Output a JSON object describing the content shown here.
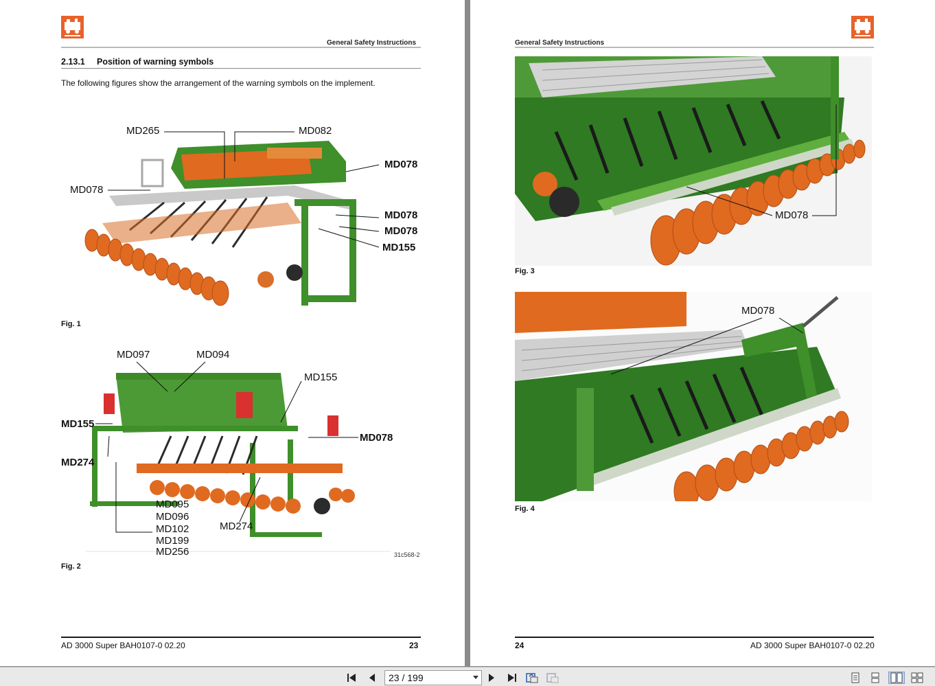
{
  "left_page": {
    "running_header": "General Safety Instructions",
    "section_number": "2.13.1",
    "section_title": "Position of warning symbols",
    "intro_text": "The following figures show the arrangement of the warning symbols on the implement.",
    "fig1": {
      "caption": "Fig. 1",
      "callouts": [
        "MD265",
        "MD082",
        "MD078",
        "MD078",
        "MD078",
        "MD078",
        "MD155"
      ]
    },
    "fig2": {
      "caption": "Fig. 2",
      "callouts": [
        "MD097",
        "MD094",
        "MD155",
        "MD155",
        "MD078",
        "MD274",
        "MD095",
        "MD096",
        "MD102",
        "MD199",
        "MD256",
        "MD274"
      ],
      "image_code": "31c568-2"
    },
    "footer": {
      "doc_ref": "AD 3000 Super  BAH0107-0  02.20",
      "page_number": "23"
    }
  },
  "right_page": {
    "running_header": "General Safety Instructions",
    "fig3": {
      "caption": "Fig. 3",
      "callouts": [
        "MD078"
      ]
    },
    "fig4": {
      "caption": "Fig. 4",
      "callouts": [
        "MD078"
      ]
    },
    "footer": {
      "doc_ref": "AD 3000 Super  BAH0107-0  02.20",
      "page_number": "24"
    }
  },
  "toolbar": {
    "page_indicator": "23 / 199",
    "icons": [
      "first-page-icon",
      "prev-page-icon",
      "next-page-icon",
      "last-page-icon",
      "fit-width-icon",
      "fit-page-icon",
      "single-page-icon",
      "continuous-icon",
      "two-page-icon",
      "two-page-continuous-icon"
    ]
  },
  "colors": {
    "brand_orange": "#e8622a",
    "implement_green": "#3f8f2a",
    "implement_orange": "#e06a20",
    "toolbar_bg": "#e9e9e9",
    "gutter": "#8a8a8a"
  }
}
